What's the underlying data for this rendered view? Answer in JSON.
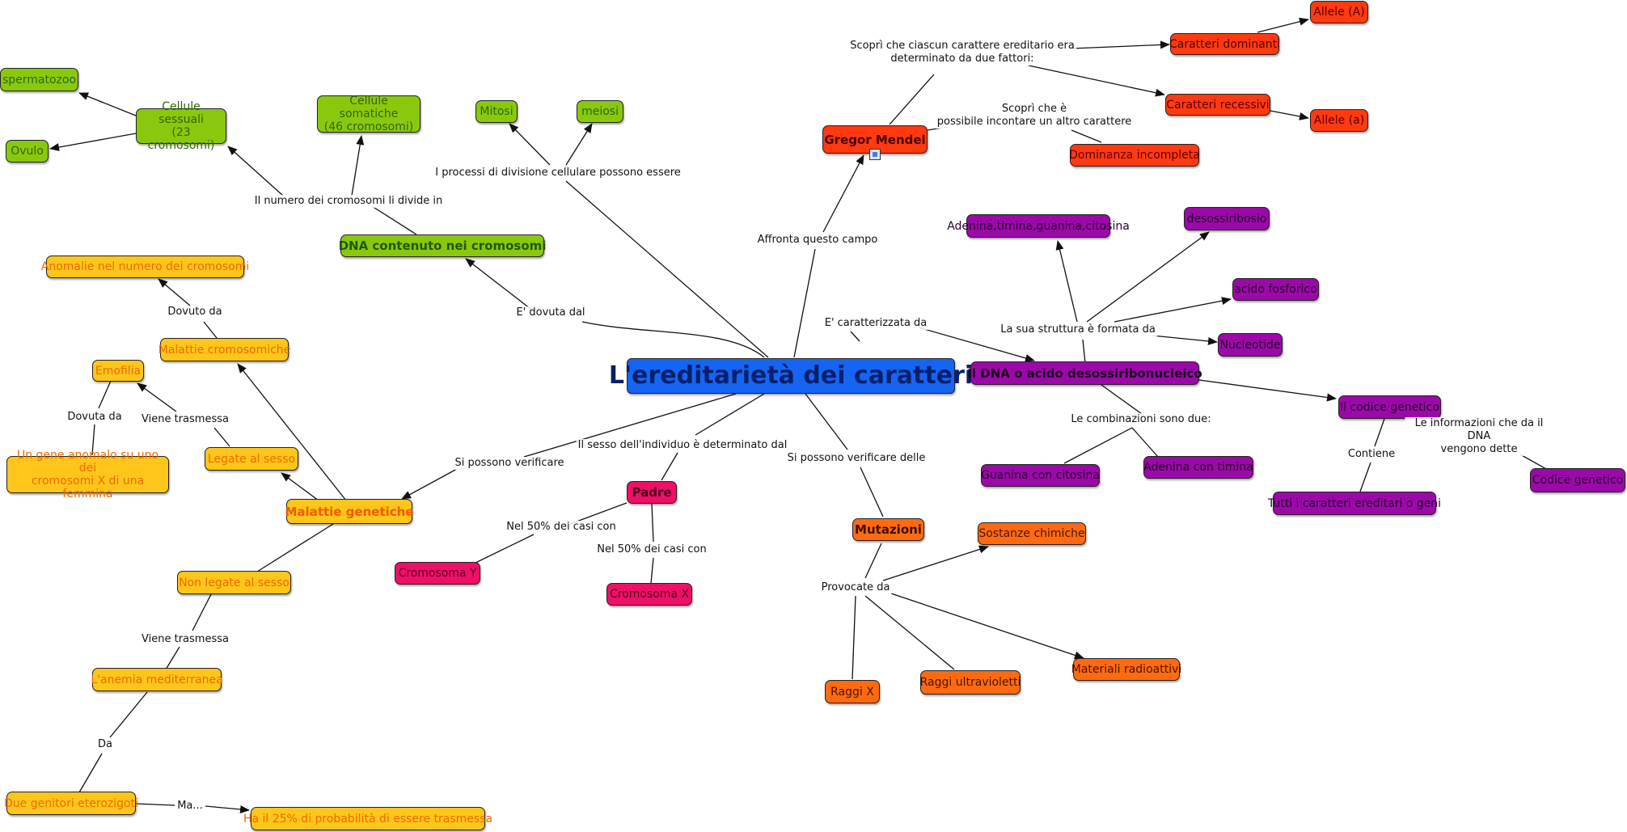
{
  "colors": {
    "main": "#1565f2",
    "green": "#8ac80e",
    "red": "#ff3a10",
    "purple": "#9b09a8",
    "yellow": "#fec61a",
    "pink": "#ee0f66",
    "orange": "#ff6a10",
    "edge": "#111111"
  },
  "nodes": {
    "main": "L'ereditarietà dei caratteri",
    "dna_cromosomi": "DNA contenuto nei cromosomi",
    "cellule_sessuali": "Cellule sessuali\n(23 cromosomi)",
    "cellule_somatiche": "Cellule somatiche\n(46 cromosomi)",
    "spermatozoo": "spermatozoo",
    "ovulo": "Ovulo",
    "mitosi": "Mitosi",
    "meiosi": "meiosi",
    "mendel": "Gregor Mendel",
    "car_dominanti": "Caratteri dominanti",
    "car_recessivi": "Caratteri recessivi",
    "allele_A": "Allele (A)",
    "allele_a": "Allele (a)",
    "dominanza": "Dominanza incompleta",
    "dna": "Il DNA o acido desossiribonucleico",
    "adenina": "Adenina,timina,guanina,citosina",
    "desossiribosio": "desossiribosio",
    "fosforico": "acido fosforico",
    "nucleotide": "Nucleotide",
    "codice": "Il codice genetico",
    "guanina": "Guanina con citosina",
    "adenina_timina": "Adenina con timina",
    "caratteri_geni": "Tutti i caratteri ereditari o geni",
    "codice_gen": "Codice genetico",
    "anomalie": "Anomalie nel numero dei cromosomi",
    "malattie_crom": "Malattie cromosomiche",
    "emofilia": "Emofilia",
    "legate": "Legate al sesso",
    "gene_anomalo": "Un gene anomalo su uno dei\ncromosomi X di una femmina",
    "malattie_gen": "Malattie genetiche",
    "non_legate": "Non legate al sesso",
    "anemia": "L'anemia mediterranea",
    "genitori": "Due genitori eterozigoti",
    "probabilita": "Ha il 25% di probabilità di essere trasmessa",
    "padre": "Padre",
    "crom_y": "Cromosoma Y",
    "crom_x": "Cromosoma X",
    "mutazioni": "Mutazioni",
    "sostanze": "Sostanze chimiche",
    "raggi_x": "Raggi X",
    "raggi_uv": "Raggi ultravioletti",
    "materiali": "Materiali radioattivi"
  },
  "labels": {
    "numero_crom": "Il numero dei cromosomi li divide in",
    "processi": "I processi di divisione cellulare possono essere",
    "dovuta_dal": "E' dovuta dal",
    "affronta": "Affronta questo campo",
    "scopri1": "Scoprì che ciascun carattere ereditario era\ndeterminato da due fattori:",
    "scopri2": "Scoprì che è\npossibile incontare un altro carattere",
    "caratterizzata": "E' caratterizzata da",
    "struttura": "La sua struttura è formata da",
    "combinazioni": "Le combinazioni sono due:",
    "contiene": "Contiene",
    "informazioni": "Le informazioni che da il DNA\nvengono dette",
    "dovuto_da": "Dovuto da",
    "dovuta_da": "Dovuta da",
    "viene_trasmessa1": "Viene trasmessa",
    "viene_trasmessa2": "Viene trasmessa",
    "da": "Da",
    "ma": "Ma...",
    "verificare": "Si possono verificare",
    "sesso": "Il sesso dell'individuo è determinato dal",
    "cinquanta1": "Nel 50% dei casi con",
    "cinquanta2": "Nel 50% dei casi con",
    "verificare_delle": "Si possono verificare delle",
    "provocate": "Provocate da"
  }
}
